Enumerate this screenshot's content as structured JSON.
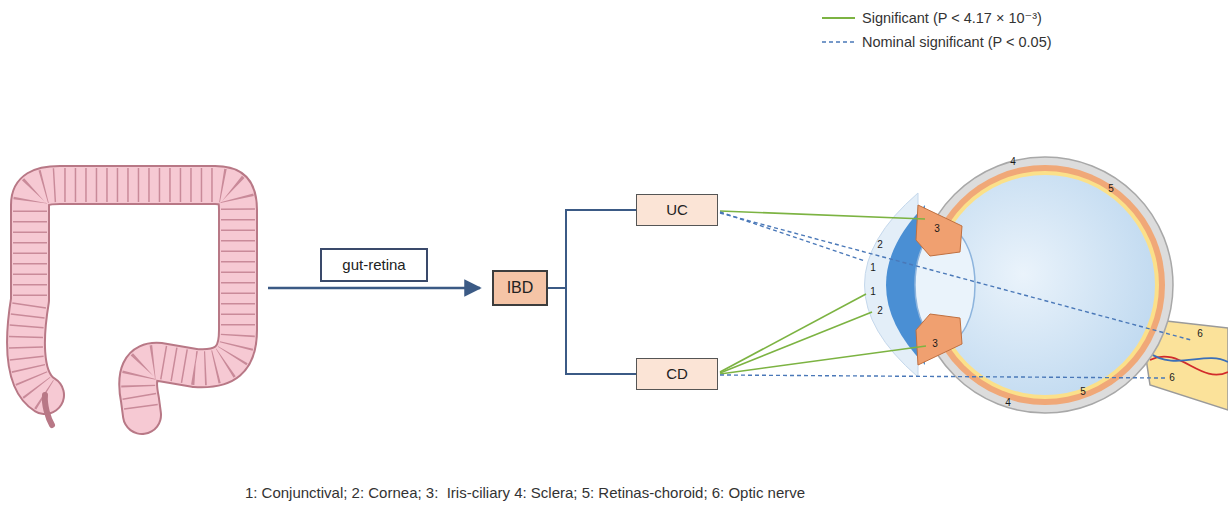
{
  "diagram": {
    "caption": "1: Conjunctival; 2: Cornea; 3:  Iris-ciliary 4: Sclera; 5: Retinas-choroid; 6: Optic nerve",
    "nodes": [
      {
        "text": [
          "gut-retina"
        ]
      },
      {
        "text": [
          "IBD"
        ]
      },
      {
        "text": [
          "UC"
        ]
      },
      {
        "text": [
          "CD"
        ]
      }
    ],
    "edges": [
      {
        "from": 1,
        "to": 2,
        "arrow": "none"
      },
      {
        "from": 1,
        "to": 3,
        "arrow": "none"
      }
    ],
    "labels": [
      "4",
      "5",
      "3",
      "2",
      "1",
      "1",
      "2",
      "3",
      "6",
      "6",
      "5",
      "4"
    ],
    "legend": [
      {
        "text": "Significant (P < 4.17 × 10⁻³)"
      },
      {
        "text": "Nominal significant (P < 0.05)"
      }
    ]
  }
}
